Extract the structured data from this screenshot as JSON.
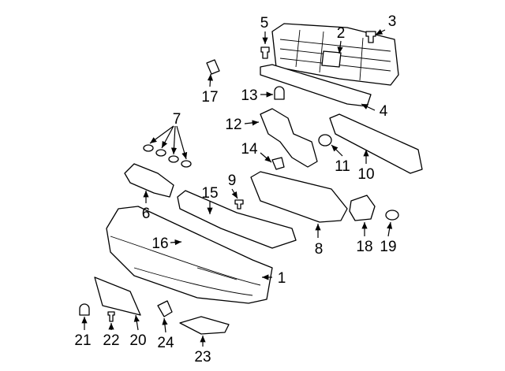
{
  "diagram": {
    "type": "exploded parts diagram - front bumper",
    "callouts": [
      "1",
      "2",
      "3",
      "4",
      "5",
      "6",
      "7",
      "8",
      "9",
      "10",
      "11",
      "12",
      "13",
      "14",
      "15",
      "16",
      "17",
      "18",
      "19",
      "20",
      "21",
      "22",
      "23",
      "24"
    ]
  }
}
